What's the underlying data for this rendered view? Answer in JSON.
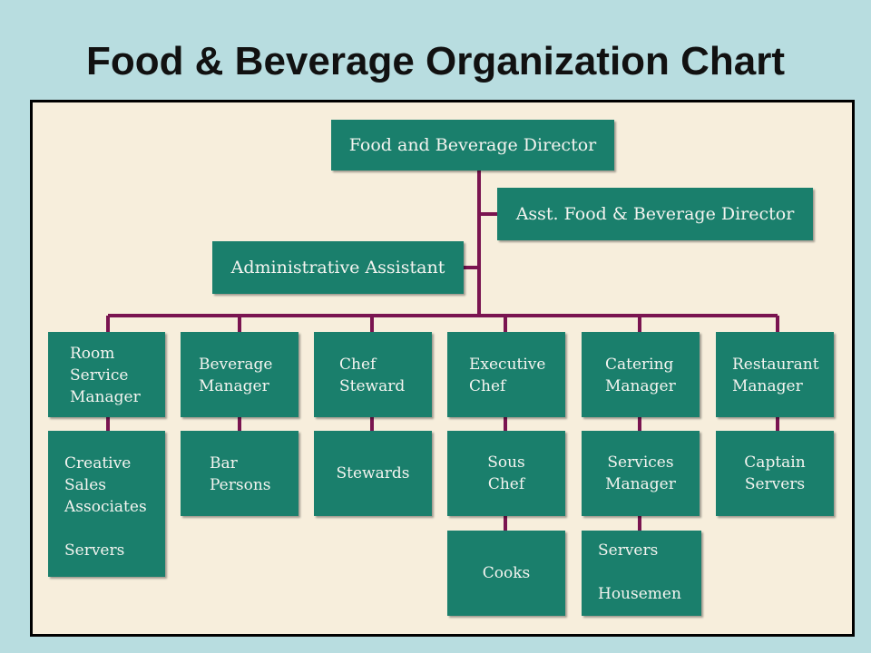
{
  "title": "Food & Beverage Organization Chart",
  "colors": {
    "background": "#b8dde0",
    "panel": "#f7eedc",
    "box": "#1a7f6c",
    "connector": "#7a1450"
  },
  "nodes": {
    "director": "Food and Beverage Director",
    "asst_director": "Asst. Food & Beverage Director",
    "admin_assistant": "Administrative Assistant",
    "room_service_manager": "Room\nService\nManager",
    "beverage_manager": "Beverage\nManager",
    "chef_steward": "Chef\nSteward",
    "executive_chef": "Executive\nChef",
    "catering_manager": "Catering\nManager",
    "restaurant_manager": "Restaurant\nManager",
    "creative_sales": "Creative\nSales\nAssociates\n\nServers",
    "bar_persons": "Bar\nPersons",
    "stewards": "Stewards",
    "sous_chef": "Sous\nChef",
    "services_manager": "Services\nManager",
    "captain_servers": "Captain\nServers",
    "cooks": "Cooks",
    "servers_housemen": "Servers\n\nHousemen"
  }
}
